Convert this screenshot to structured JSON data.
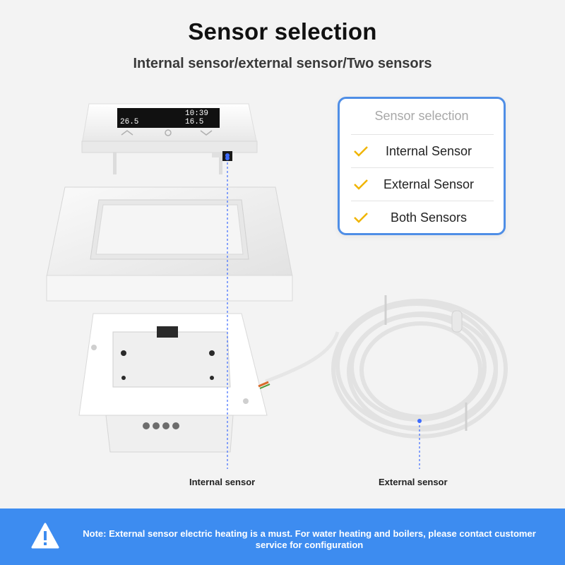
{
  "header": {
    "title": "Sensor selection",
    "subtitle": "Internal sensor/external sensor/Two sensors"
  },
  "device_screen": {
    "time": "10:39",
    "reading_left": "26.5",
    "reading_right": "16.5"
  },
  "selection_panel": {
    "title": "Sensor selection",
    "options": [
      {
        "label": "Internal Sensor",
        "icon": "check-icon"
      },
      {
        "label": "External Sensor",
        "icon": "check-icon"
      },
      {
        "label": "Both Sensors",
        "icon": "check-icon"
      }
    ]
  },
  "captions": {
    "internal": "Internal sensor",
    "external": "External sensor"
  },
  "footer": {
    "icon": "warning-icon",
    "note": "Note: External sensor electric heating is a must. For water heating and boilers, please contact customer service for configuration"
  },
  "colors": {
    "accent_blue": "#3d8cf0",
    "card_border": "#4f8ee6",
    "check": "#f0b400",
    "background": "#f3f3f3"
  }
}
